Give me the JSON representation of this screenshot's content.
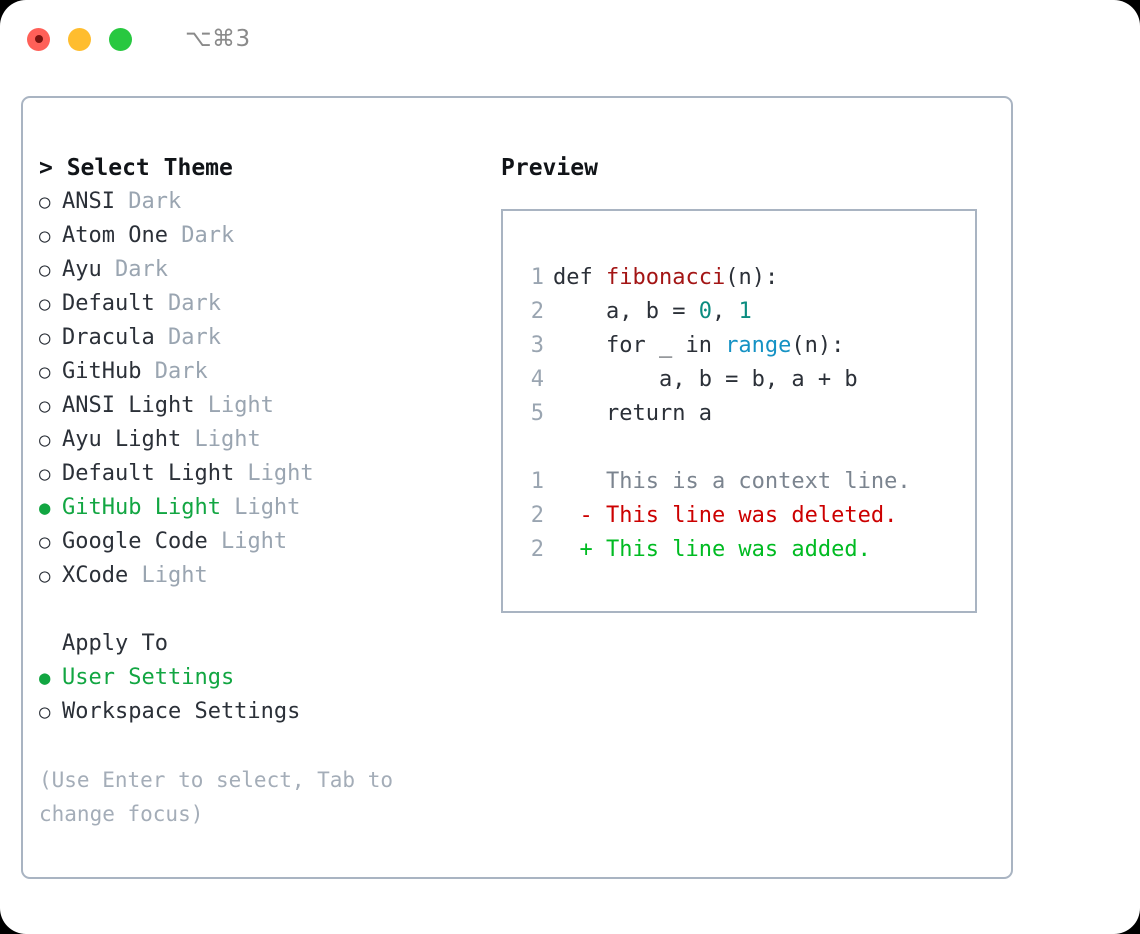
{
  "titlebar": {
    "shortcut": "⌥⌘3",
    "lights": [
      {
        "name": "close",
        "color": "#ff6058"
      },
      {
        "name": "minimize",
        "color": "#ffbd2e"
      },
      {
        "name": "maximize",
        "color": "#28c840"
      }
    ]
  },
  "theme_section": {
    "prompt": "> Select Theme",
    "marker_selected": "●",
    "marker_unselected": "○",
    "items": [
      {
        "name": "ANSI",
        "tag": "Dark",
        "selected": false
      },
      {
        "name": "Atom One",
        "tag": "Dark",
        "selected": false
      },
      {
        "name": "Ayu",
        "tag": "Dark",
        "selected": false
      },
      {
        "name": "Default",
        "tag": "Dark",
        "selected": false
      },
      {
        "name": "Dracula",
        "tag": "Dark",
        "selected": false
      },
      {
        "name": "GitHub",
        "tag": "Dark",
        "selected": false
      },
      {
        "name": "ANSI Light",
        "tag": "Light",
        "selected": false
      },
      {
        "name": "Ayu Light",
        "tag": "Light",
        "selected": false
      },
      {
        "name": "Default Light",
        "tag": "Light",
        "selected": false
      },
      {
        "name": "GitHub Light",
        "tag": "Light",
        "selected": true
      },
      {
        "name": "Google Code",
        "tag": "Light",
        "selected": false
      },
      {
        "name": "XCode",
        "tag": "Light",
        "selected": false
      }
    ]
  },
  "apply_section": {
    "heading": "Apply To",
    "items": [
      {
        "name": "User Settings",
        "selected": true
      },
      {
        "name": "Workspace Settings",
        "selected": false
      }
    ]
  },
  "hint": "(Use Enter to select, Tab to change focus)",
  "preview": {
    "title": "Preview",
    "code_lines": [
      {
        "ln": "1",
        "tokens": [
          {
            "t": "def ",
            "k": "plain"
          },
          {
            "t": "fibonacci",
            "k": "fn"
          },
          {
            "t": "(n):",
            "k": "plain"
          }
        ]
      },
      {
        "ln": "2",
        "tokens": [
          {
            "t": "    a, b = ",
            "k": "plain"
          },
          {
            "t": "0",
            "k": "num"
          },
          {
            "t": ", ",
            "k": "plain"
          },
          {
            "t": "1",
            "k": "num"
          }
        ]
      },
      {
        "ln": "3",
        "tokens": [
          {
            "t": "    for _ in ",
            "k": "plain"
          },
          {
            "t": "range",
            "k": "call"
          },
          {
            "t": "(n):",
            "k": "plain"
          }
        ]
      },
      {
        "ln": "4",
        "tokens": [
          {
            "t": "        a, b = b, a + b",
            "k": "plain"
          }
        ]
      },
      {
        "ln": "5",
        "tokens": [
          {
            "t": "    return a",
            "k": "plain"
          }
        ]
      }
    ],
    "diff_lines": [
      {
        "ln": "1",
        "sign": " ",
        "text": "This is a context line.",
        "kind": "ctx"
      },
      {
        "ln": "2",
        "sign": "-",
        "text": "This line was deleted.",
        "kind": "del"
      },
      {
        "ln": "2",
        "sign": "+",
        "text": "This line was added.",
        "kind": "add"
      }
    ]
  },
  "colors": {
    "accent_green": "#12a642",
    "diff_added": "#00bb22",
    "diff_deleted": "#cc0000",
    "syntax_function": "#a31515",
    "syntax_number": "#0b8c80",
    "syntax_call": "#1592c4",
    "border": "#a9b4c2",
    "muted": "#9aa5b1"
  }
}
